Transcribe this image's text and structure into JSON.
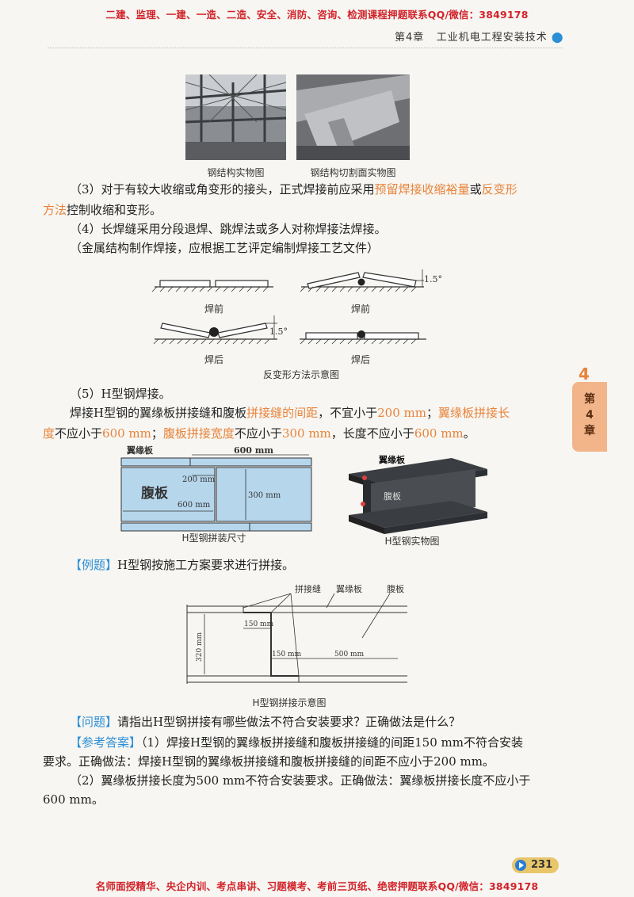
{
  "promo_top": "二建、监理、一建、一造、二造、安全、消防、咨询、检测课程押题联系QQ/微信：3849178",
  "promo_bottom": "名师面授精华、央企内训、考点串讲、习题模考、考前三页纸、绝密押题联系QQ/微信：3849178",
  "header": {
    "chapter": "第4章",
    "title": "工业机电工程安装技术"
  },
  "photos": [
    {
      "caption": "钢结构实物图"
    },
    {
      "caption": "钢结构切割面实物图"
    }
  ],
  "paragraphs": {
    "p3_a": "（3）对于有较大收缩或角变形的接头，正式焊接前应采用",
    "p3_hl1": "预留焊接收缩裕量",
    "p3_b": "或",
    "p3_hl2": "反变形",
    "p3_hl3": "方法",
    "p3_c": "控制收缩和变形。",
    "p4": "（4）长焊缝采用分段退焊、跳焊法或多人对称焊接法焊接。",
    "p4_note": "（金属结构制作焊接，应根据工艺评定编制焊接工艺文件）",
    "p5_title": "（5）H型钢焊接。",
    "p5_a": "焊接H型钢的翼缘板拼接缝和腹板",
    "p5_hl1": "拼接缝的间距",
    "p5_b": "，不宜小于",
    "p5_hl2": "200 mm",
    "p5_c": "；",
    "p5_hl3": "翼缘板拼接长",
    "p5_hl4": "度",
    "p5_d": "不应小于",
    "p5_hl5": "600 mm",
    "p5_e": "；",
    "p5_hl6": "腹板拼接宽度",
    "p5_f": "不应小于",
    "p5_hl7": "300 mm",
    "p5_g": "，长度不应小于",
    "p5_hl8": "600 mm",
    "p5_h": "。"
  },
  "deform_fig": {
    "before": "焊前",
    "after": "焊后",
    "angle": "1.5°",
    "caption": "反变形方法示意图"
  },
  "hsteel_fig": {
    "flange": "翼缘板",
    "web": "腹板",
    "d600": "600 mm",
    "d200": "200 mm",
    "d300": "300 mm",
    "d600b": "600 mm",
    "caption_left": "H型钢拼装尺寸",
    "caption_right": "H型钢实物图",
    "photo_flange": "翼缘板",
    "photo_web": "腹板"
  },
  "example": {
    "tag": "【例题】",
    "text": "H型钢按施工方案要求进行拼接。"
  },
  "splice_fig": {
    "seam": "拼接缝",
    "flange": "翼缘板",
    "web": "腹板",
    "d150a": "150 mm",
    "d150b": "150 mm",
    "d500": "500 mm",
    "d320": "320 mm",
    "caption": "H型钢拼接示意图"
  },
  "question": {
    "tag": "【问题】",
    "text": "请指出H型钢拼接有哪些做法不符合安装要求？正确做法是什么？"
  },
  "answer": {
    "tag": "【参考答案】",
    "line1": "（1）焊接H型钢的翼缘板拼接缝和腹板拼接缝的间距150 mm不符合安装",
    "line2": "要求。正确做法：焊接H型钢的翼缘板拼接缝和腹板拼接缝的间距不应小于200 mm。",
    "line3": "（2）翼缘板拼接长度为500 mm不符合安装要求。正确做法：翼缘板拼接长度不应小于",
    "line4": "600 mm。"
  },
  "side_tab": {
    "line1": "第",
    "line2": "4",
    "line3": "章"
  },
  "page_number": "231"
}
